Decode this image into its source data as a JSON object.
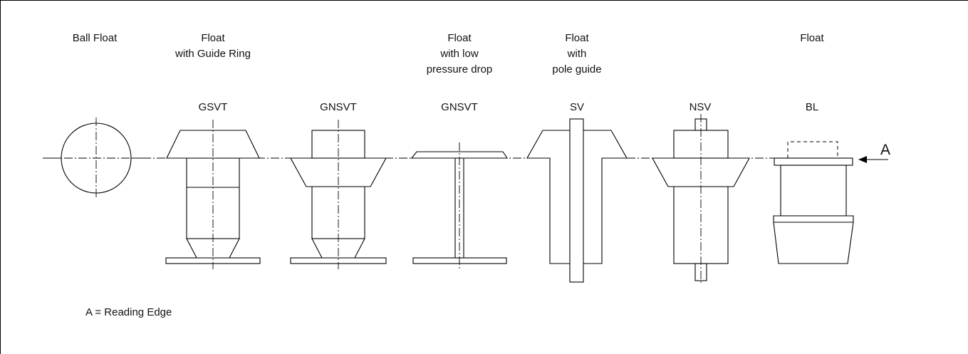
{
  "floats": [
    {
      "id": "ball",
      "title": [
        "Ball Float"
      ],
      "code": ""
    },
    {
      "id": "gsvt",
      "title": [
        "Float",
        "with Guide Ring"
      ],
      "code": "GSVT"
    },
    {
      "id": "gnsvt",
      "title": [],
      "code": "GNSVT"
    },
    {
      "id": "gnsvt-low",
      "title": [
        "Float",
        "with low",
        "pressure drop"
      ],
      "code": "GNSVT"
    },
    {
      "id": "sv",
      "title": [
        "Float",
        "with",
        "pole guide"
      ],
      "code": "SV"
    },
    {
      "id": "nsv",
      "title": [],
      "code": "NSV"
    },
    {
      "id": "bl",
      "title": [
        "Float"
      ],
      "code": "BL"
    }
  ],
  "marker": "A",
  "legend": "A = Reading Edge"
}
